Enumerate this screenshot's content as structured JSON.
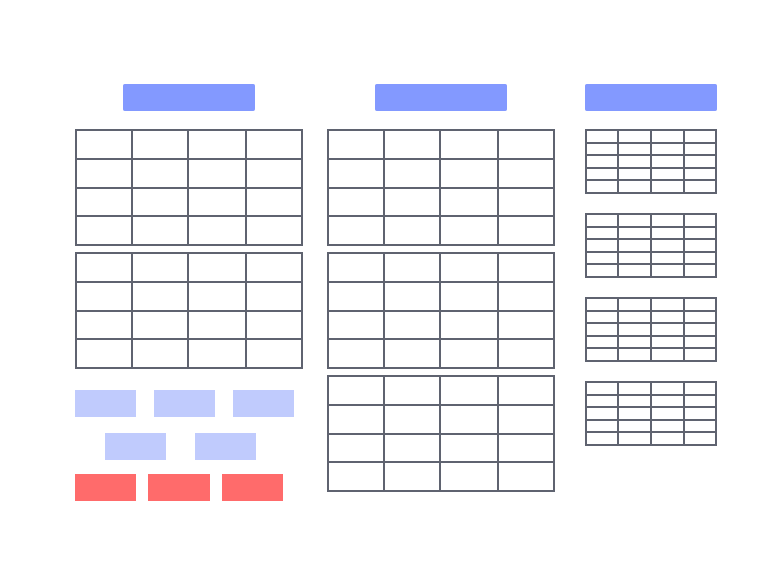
{
  "colors": {
    "header": "#8399ff",
    "light_block": "#c0cbfd",
    "red_block": "#ff6b6b",
    "grid_line": "#5f6370"
  },
  "columns": [
    {
      "name": "left",
      "header": "",
      "tables": 2,
      "rows": 4,
      "cols": 4
    },
    {
      "name": "middle",
      "header": "",
      "tables": 3,
      "rows": 4,
      "cols": 4
    },
    {
      "name": "right",
      "header": "",
      "tables": 4,
      "rows": 5,
      "cols": 4
    }
  ],
  "blocks": {
    "light_row_1": 3,
    "light_row_2": 2,
    "red_row": 3
  }
}
